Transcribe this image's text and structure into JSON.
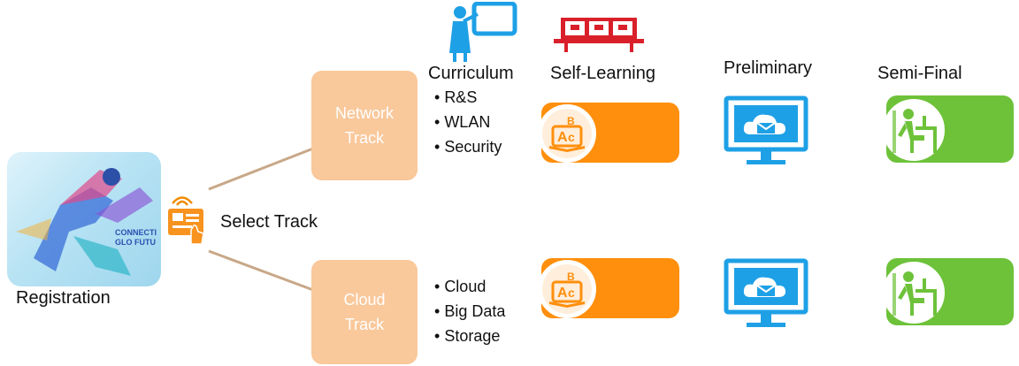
{
  "registration": {
    "label": "Registration",
    "poster_text": "CONNECTI GLO FUTU"
  },
  "select_track": {
    "label": "Select Track"
  },
  "headers": {
    "curriculum": "Curriculum",
    "self_learning": "Self-Learning",
    "preliminary": "Preliminary",
    "semi_final": "Semi-Final"
  },
  "tracks": [
    {
      "label": "Network Track",
      "items": [
        "R&S",
        "WLAN",
        "Security"
      ]
    },
    {
      "label": "Cloud Track",
      "items": [
        "Cloud",
        "Big Data",
        "Storage"
      ]
    }
  ],
  "icons": {
    "curriculum": "teacher-icon",
    "self_learning_header": "classroom-icon",
    "self_learning": "abc-book-icon",
    "preliminary": "cloud-monitor-icon",
    "semi_final": "desk-worker-icon",
    "select_track": "touch-card-icon"
  },
  "colors": {
    "track_box": "#f9c89b",
    "self_learning": "#ff8f0c",
    "preliminary": "#1ea0e6",
    "semi_final": "#6dc23a",
    "connector": "#c8a888",
    "header_icon_red": "#d9202a"
  }
}
